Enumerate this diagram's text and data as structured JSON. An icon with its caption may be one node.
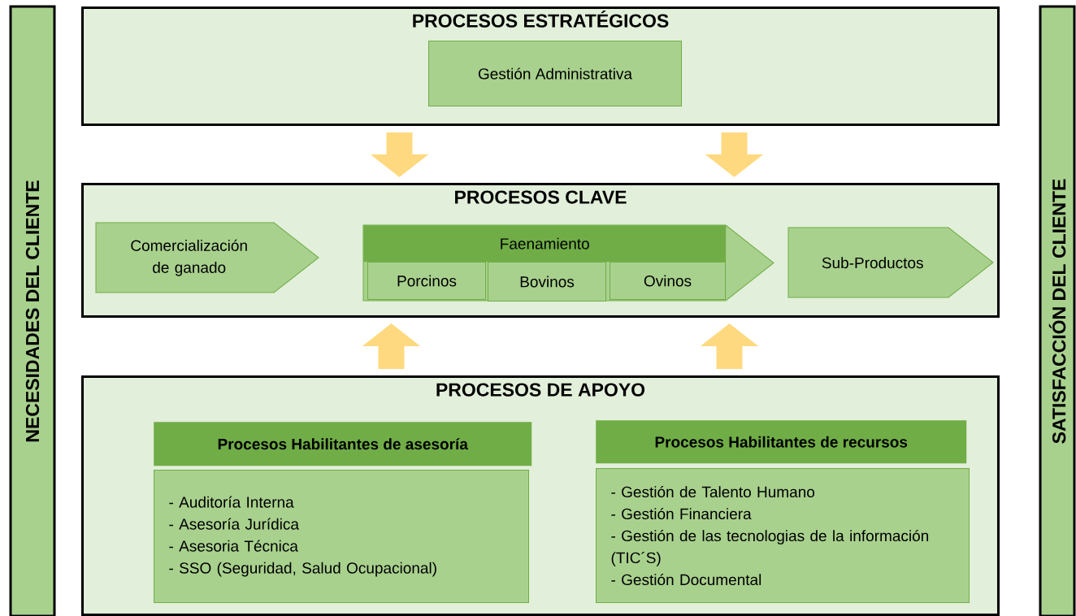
{
  "diagram": {
    "nodes": [
      {
        "text": [
          "NECESIDADES DEL CLIENTE"
        ]
      },
      {
        "text": [
          "PROCESOS ESTRATÉGICOS"
        ]
      },
      {
        "text": [
          "Gestión Administrativa"
        ],
        "in": 1
      },
      {
        "text": [
          "PROCESOS CLAVE"
        ]
      },
      {
        "text": [
          "Comercialización de ganado"
        ],
        "in": 3
      },
      {
        "text": [
          "Faenamiento"
        ],
        "in": 3
      },
      {
        "text": [
          "Porcinos"
        ],
        "in": 5
      },
      {
        "text": [
          "Bovinos"
        ],
        "in": 5
      },
      {
        "text": [
          "Ovinos"
        ],
        "in": 5
      },
      {
        "text": [
          "Sub-Productos"
        ],
        "in": 3
      },
      {
        "text": [
          "PROCESOS DE APOYO"
        ]
      },
      {
        "text": [
          "Procesos Habilitantes de asesoría"
        ],
        "in": 10
      },
      {
        "text": [
          "- Auditoría Interna",
          "- Asesoría Jurídica",
          "- Asesoria Técnica",
          "- SSO (Seguridad, Salud Ocupacional)"
        ],
        "in": 10
      },
      {
        "text": [
          "Procesos Habilitantes de recursos"
        ],
        "in": 10
      },
      {
        "text": [
          "- Gestión de Talento Humano",
          "- Gestión Financiera",
          "- Gestión de las tecnologias de la información (TIC´S)",
          "- Gestión Documental"
        ],
        "in": 10
      },
      {
        "text": [
          "SATISFACCIÓN DEL CLIENTE"
        ]
      }
    ],
    "edges": [
      {
        "from": 1,
        "to": 3,
        "arrow": "to"
      },
      {
        "from": 1,
        "to": 3,
        "arrow": "to"
      },
      {
        "from": 10,
        "to": 3,
        "arrow": "to"
      },
      {
        "from": 10,
        "to": 3,
        "arrow": "to"
      }
    ]
  }
}
